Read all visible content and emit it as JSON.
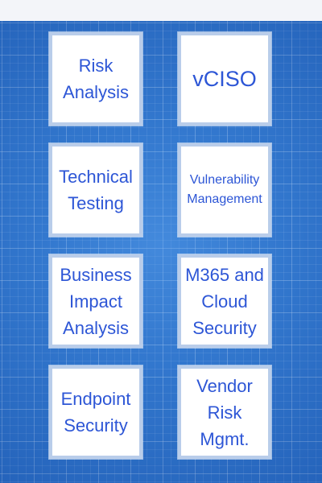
{
  "services": {
    "tiles": [
      {
        "label": "Risk\nAnalysis"
      },
      {
        "label": "vCISO"
      },
      {
        "label": "Technical\nTesting"
      },
      {
        "label": "Vulnerability\nManagement"
      },
      {
        "label": "Business\nImpact\nAnalysis"
      },
      {
        "label": "M365 and\nCloud\nSecurity"
      },
      {
        "label": "Endpoint\nSecurity"
      },
      {
        "label": "Vendor\nRisk\nMgmt."
      }
    ]
  },
  "colors": {
    "text": "#2d56d6",
    "tile_border": "#b9cdea",
    "background": "#2f73c9"
  }
}
